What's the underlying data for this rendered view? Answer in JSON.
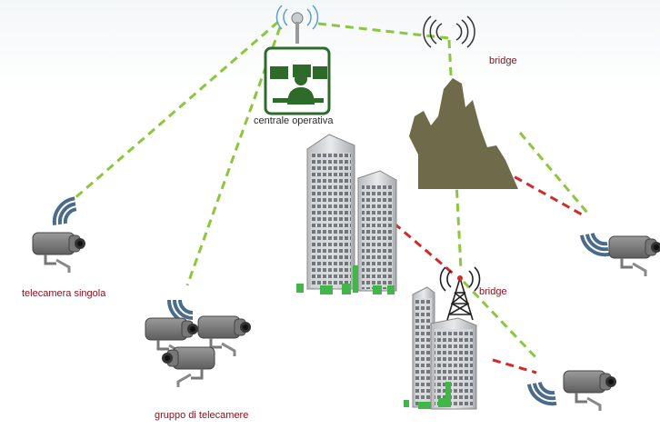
{
  "labels": {
    "control_center": "centrale  operativa",
    "bridge_top": "bridge",
    "bridge_mid": "bridge",
    "single_camera": "telecamera singola",
    "camera_group": "gruppo di telecamere"
  },
  "colors": {
    "wireless_link": "#8cc63f",
    "wired_link": "#d22a2a",
    "label_red": "#8a1220",
    "control_green": "#2e6b2a",
    "mountain": "#6f6b4a",
    "camera_gray": "#7a7a7a",
    "signal_blue": "#4a6b8a"
  },
  "icons": [
    "wifi-tower-icon",
    "operator-monitor-icon",
    "bridge-antenna-icon",
    "radio-tower-icon",
    "security-camera-icon",
    "wifi-signal-icon",
    "mountain-icon",
    "building-icon"
  ]
}
